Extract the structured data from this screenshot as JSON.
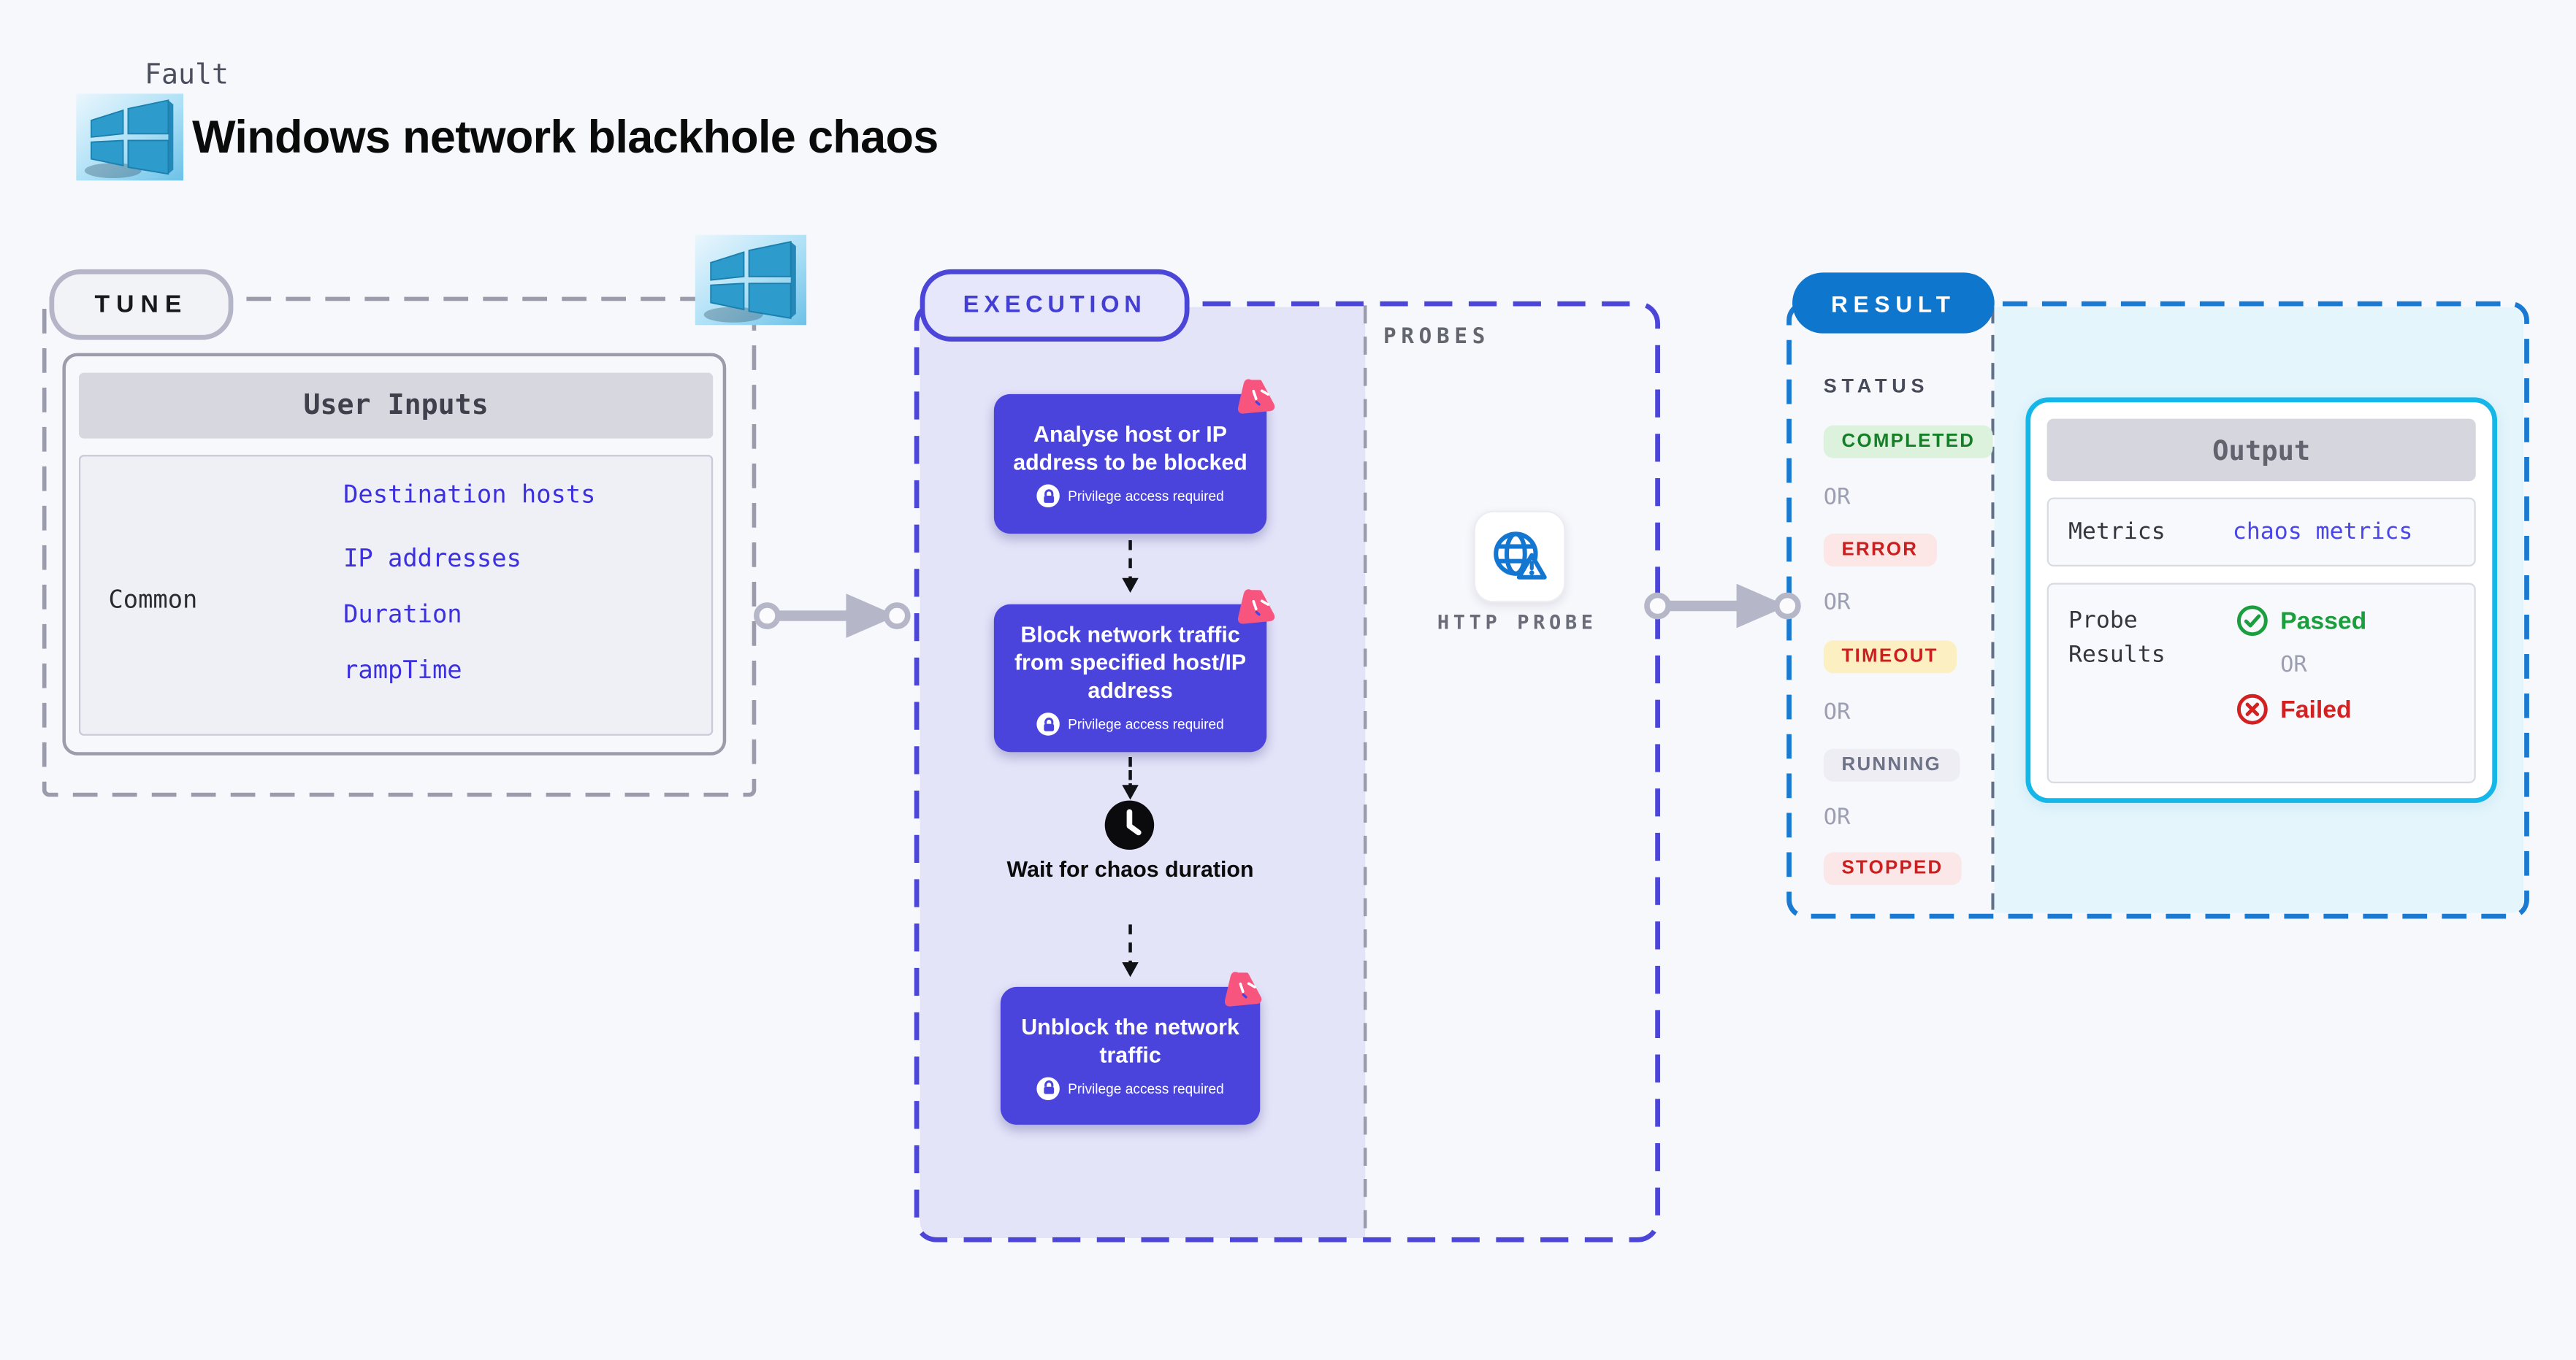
{
  "header": {
    "fault_label": "Fault",
    "title": "Windows network blackhole chaos"
  },
  "tune": {
    "label": "TUNE",
    "card_title": "User Inputs",
    "row_label": "Common",
    "inputs": [
      "Destination hosts",
      "IP addresses",
      "Duration",
      "rampTime"
    ]
  },
  "execution": {
    "label": "EXECUTION",
    "privilege_note": "Privilege access required",
    "steps": [
      {
        "title": "Analyse host or IP address to be blocked"
      },
      {
        "title": "Block network traffic from specified host/IP address"
      },
      {
        "title": "Unblock the network traffic"
      }
    ],
    "wait_label": "Wait for chaos duration"
  },
  "probes": {
    "label": "PROBES",
    "http_probe_label": "HTTP PROBE"
  },
  "result": {
    "label": "RESULT",
    "status_label": "STATUS",
    "or_label": "OR",
    "statuses": [
      "COMPLETED",
      "ERROR",
      "TIMEOUT",
      "RUNNING",
      "STOPPED"
    ],
    "output": {
      "title": "Output",
      "metrics_label": "Metrics",
      "metrics_link": "chaos metrics",
      "probe_results_label": "Probe Results",
      "passed_label": "Passed",
      "failed_label": "Failed"
    }
  },
  "icons": {
    "windows": "windows-3d-logo",
    "chaos_badge": "chaos-scenario-icon",
    "lock": "lock-icon",
    "clock": "clock-icon",
    "http_probe": "globe-warning-icon",
    "passed": "check-circle-icon",
    "failed": "x-circle-icon"
  },
  "colors": {
    "indigo": "#4b46d8",
    "lavender": "#e4e4f9",
    "pink": "#f8557e",
    "result_blue": "#0e76cd",
    "cyan_border": "#15b7e9",
    "cyan_bg": "#e4f5fc",
    "green": "#1a9e3e",
    "red": "#d32020",
    "arrow_gray": "#b5b7c8"
  }
}
